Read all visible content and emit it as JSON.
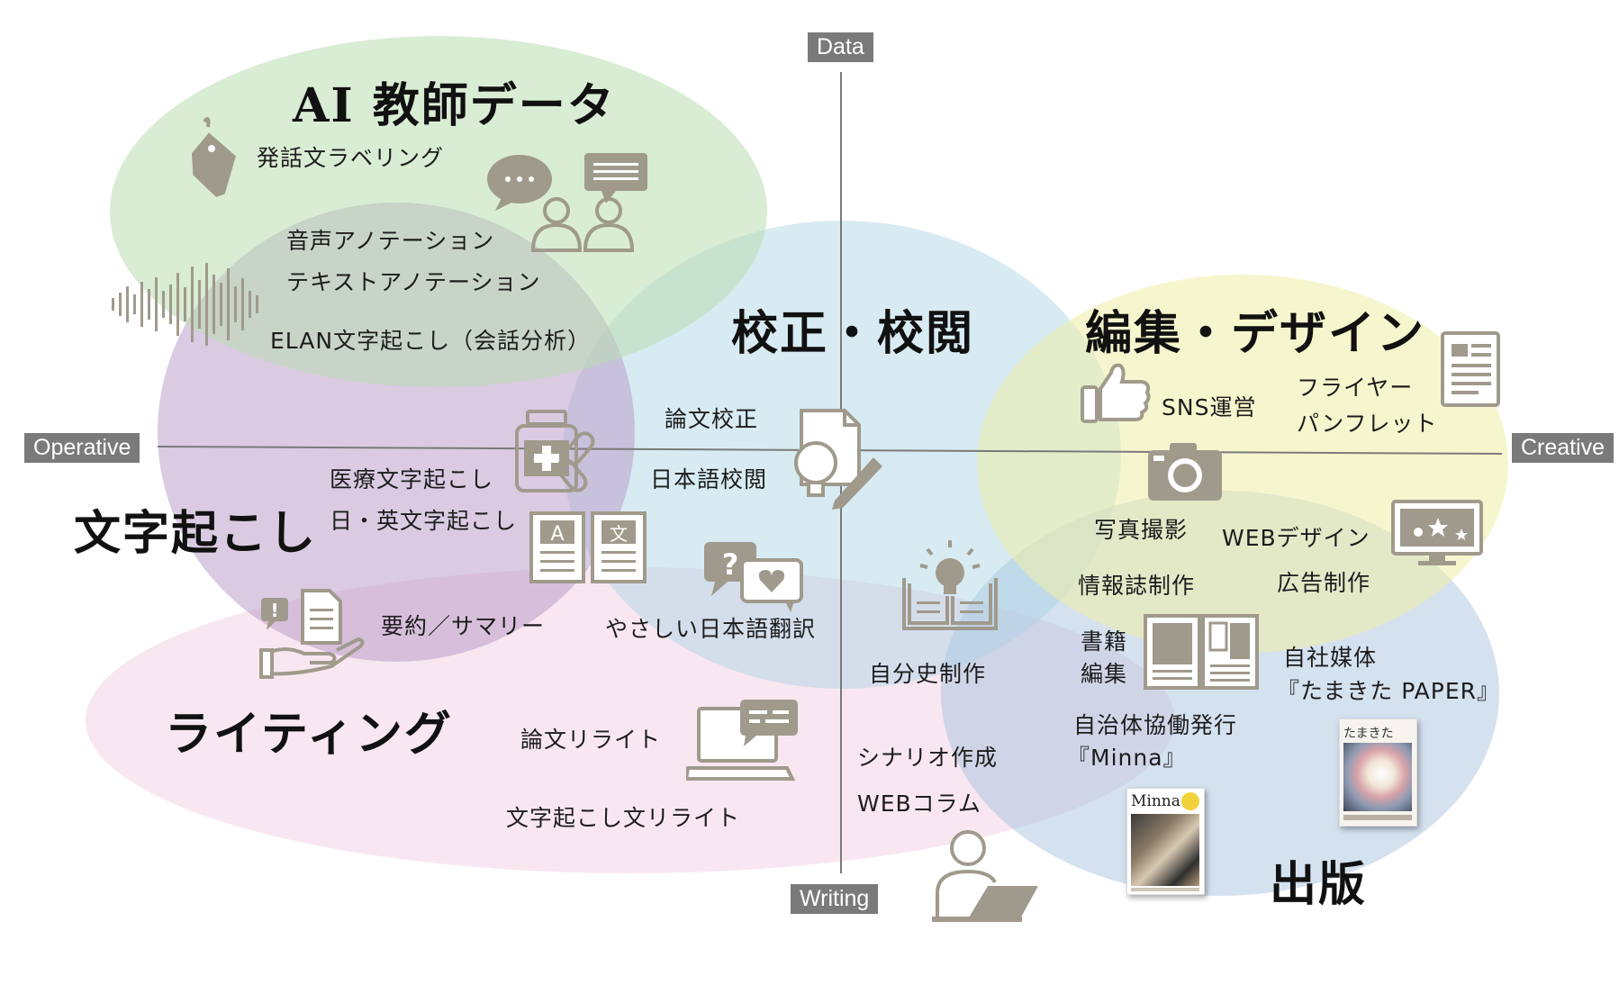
{
  "axes": {
    "top": "Data",
    "bottom": "Writing",
    "left": "Operative",
    "right": "Creative"
  },
  "titles": {
    "ai": "AI 教師データ",
    "proofreading": "校正・校閲",
    "editing": "編集・デザイン",
    "transcription": "文字起こし",
    "writing": "ライティング",
    "publishing": "出版"
  },
  "items": {
    "utterance_labeling": "発話文ラベリング",
    "audio_annotation": "音声アノテーション",
    "text_annotation": "テキストアノテーション",
    "elan": "ELAN文字起こし（会話分析）",
    "paper_proofreading": "論文校正",
    "japanese_proofreading": "日本語校閲",
    "medical_transcription": "医療文字起こし",
    "ja_en_transcription": "日・英文字起こし",
    "summary": "要約／サマリー",
    "easy_japanese": "やさしい日本語翻訳",
    "sns": "SNS運営",
    "flyer": "フライヤー",
    "pamphlet": "パンフレット",
    "photo": "写真撮影",
    "web_design": "WEBデザイン",
    "info_magazine": "情報誌制作",
    "advertising": "広告制作",
    "book_editing_1": "書籍",
    "book_editing_2": "編集",
    "own_media_1": "自社媒体",
    "own_media_2": "『たまきた PAPER』",
    "municipal_1": "自治体協働発行",
    "municipal_2": "『Minna』",
    "autobiography": "自分史制作",
    "scenario": "シナリオ作成",
    "web_column": "WEBコラム",
    "paper_rewrite": "論文リライト",
    "transcript_rewrite": "文字起こし文リライト"
  },
  "magazines": {
    "minna_title": "Minna",
    "tamakita_title": "たまきた"
  },
  "colors": {
    "ai": "#b9dcb0",
    "proofreading": "#a9d2e4",
    "editing": "#efefa6",
    "transcription": "#b597c6",
    "writing": "#f3d7e8",
    "publishing": "#9fbcdc",
    "icon": "#a09a8c",
    "axis_label": "#7a7a7a"
  }
}
